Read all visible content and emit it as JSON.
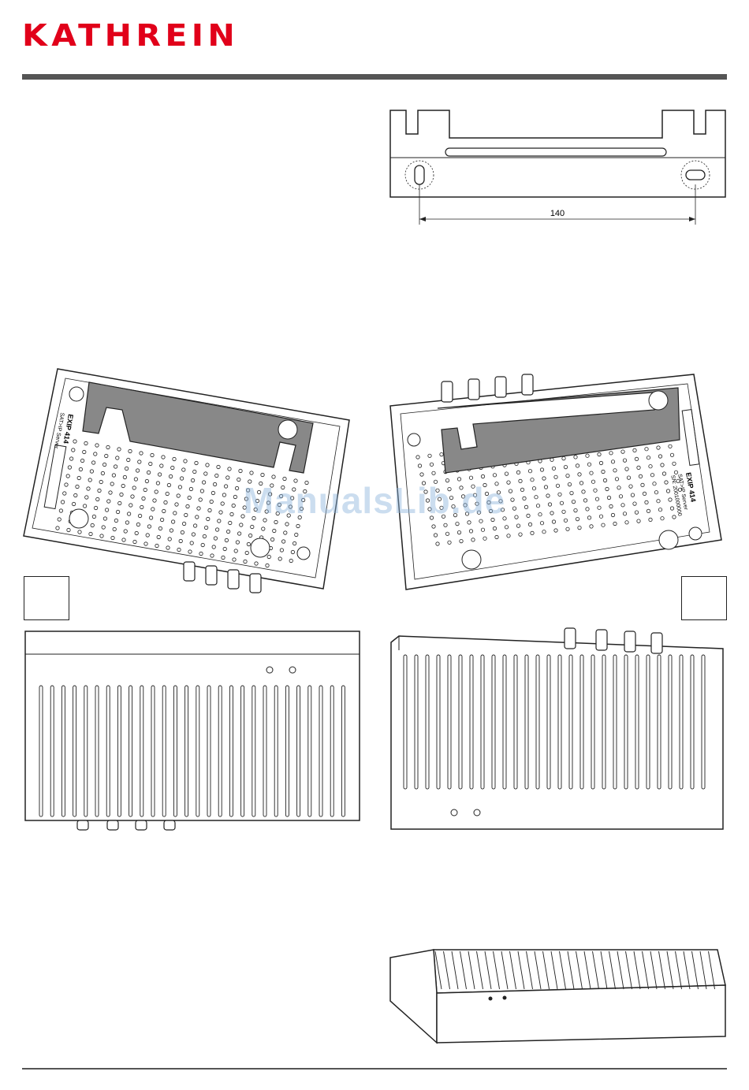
{
  "brand": {
    "logo_text": "KATHREIN",
    "logo_color": "#e1001a"
  },
  "bracket_drawing": {
    "dimension_label": "140"
  },
  "device_labels": {
    "model": "EXIP 414",
    "type": "SAT>IP Server",
    "serial": "SN: 2001000000"
  },
  "watermark": {
    "text": "ManualsLib.de"
  }
}
